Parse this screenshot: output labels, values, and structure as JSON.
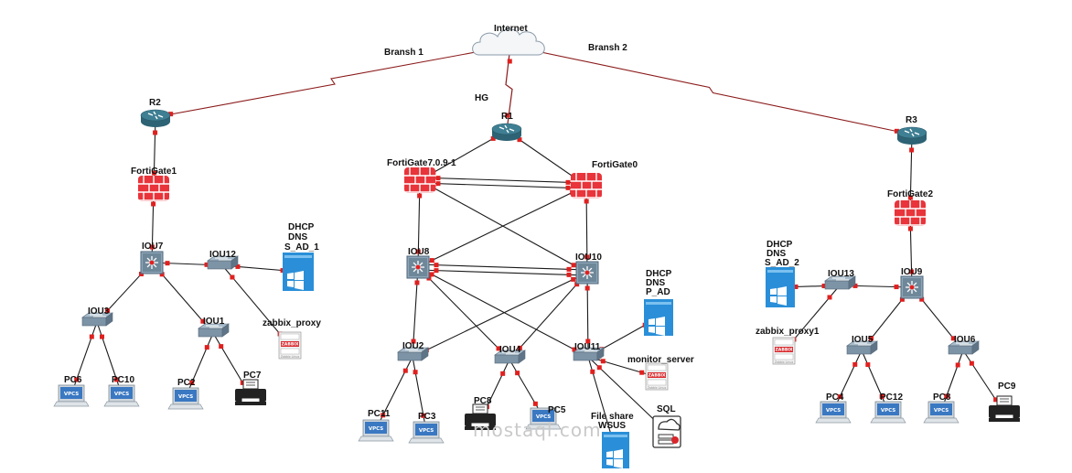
{
  "colors": {
    "link": "#1a1a1a",
    "wan_link": "#8b1a1a",
    "port": "#e0201f",
    "router": "#3f7f93",
    "firewall": "#e8343a",
    "switch": "#7d93a6",
    "server": "#2a8fd8"
  },
  "cloud": {
    "id": "internet",
    "label": "Internet"
  },
  "wan_labels": [
    {
      "id": "bransh1",
      "text": "Bransh 1"
    },
    {
      "id": "bransh2",
      "text": "Bransh 2"
    },
    {
      "id": "hg",
      "text": "HG"
    }
  ],
  "routers": [
    {
      "id": "r2",
      "label": "R2"
    },
    {
      "id": "r1",
      "label": "R1"
    },
    {
      "id": "r3",
      "label": "R3"
    }
  ],
  "firewalls": [
    {
      "id": "fg1",
      "label": "FortiGate1"
    },
    {
      "id": "fg709",
      "label": "FortiGate7.0.9-1"
    },
    {
      "id": "fg0",
      "label": "FortiGate0"
    },
    {
      "id": "fg2",
      "label": "FortiGate2"
    }
  ],
  "l3switches": [
    {
      "id": "iou7",
      "label": "IOU7"
    },
    {
      "id": "iou8",
      "label": "IOU8"
    },
    {
      "id": "iou10",
      "label": "IOU10"
    },
    {
      "id": "iou9",
      "label": "IOU9"
    }
  ],
  "switches": [
    {
      "id": "iou12",
      "label": "IOU12"
    },
    {
      "id": "iou3",
      "label": "IOU3"
    },
    {
      "id": "iou1",
      "label": "IOU1"
    },
    {
      "id": "iou2",
      "label": "IOU2"
    },
    {
      "id": "iou4",
      "label": "IOU4"
    },
    {
      "id": "iou11",
      "label": "IOU11"
    },
    {
      "id": "iou13",
      "label": "IOU13"
    },
    {
      "id": "iou5",
      "label": "IOU5"
    },
    {
      "id": "iou6",
      "label": "IOU6"
    }
  ],
  "servers": [
    {
      "id": "srv_b1",
      "lines": [
        "DHCP",
        "DNS",
        "S_AD_1"
      ]
    },
    {
      "id": "srv_hg",
      "lines": [
        "DHCP",
        "DNS",
        "P_AD"
      ]
    },
    {
      "id": "srv_b2",
      "lines": [
        "DHCP",
        "DNS",
        "S_AD_2"
      ]
    },
    {
      "id": "srv_fs",
      "lines": [
        "File share",
        "WSUS"
      ]
    }
  ],
  "zabbix": [
    {
      "id": "zab1",
      "label": "zabbix_proxy",
      "badge": "ZABBIX",
      "caption": "Zabbix Linux"
    },
    {
      "id": "zab2",
      "label": "zabbix_proxy1",
      "badge": "ZABBIX",
      "caption": "Zabbix Linux"
    },
    {
      "id": "mon",
      "label": "monitor_server",
      "badge": "ZABBIX",
      "caption": "Zabbix Linux"
    }
  ],
  "sql": {
    "id": "sql",
    "label": "SQL"
  },
  "pcs": [
    {
      "id": "pc6",
      "label": "PC6",
      "screen": "VPCS"
    },
    {
      "id": "pc10",
      "label": "PC10",
      "screen": "VPCS"
    },
    {
      "id": "pc2",
      "label": "PC2",
      "screen": "VPCS"
    },
    {
      "id": "pc11",
      "label": "PC11",
      "screen": "VPCS"
    },
    {
      "id": "pc3",
      "label": "PC3",
      "screen": "VPCS"
    },
    {
      "id": "pc5",
      "label": "PC5",
      "screen": "VPCS"
    },
    {
      "id": "pc4",
      "label": "PC4",
      "screen": "VPCS"
    },
    {
      "id": "pc12",
      "label": "PC12",
      "screen": "VPCS"
    },
    {
      "id": "pc8",
      "label": "PC8",
      "screen": "VPCS"
    }
  ],
  "printers": [
    {
      "id": "pc7",
      "label": "PC7"
    },
    {
      "id": "pcp8",
      "label": "PC8"
    },
    {
      "id": "pc9",
      "label": "PC9"
    }
  ],
  "watermark": "mostaql.com"
}
